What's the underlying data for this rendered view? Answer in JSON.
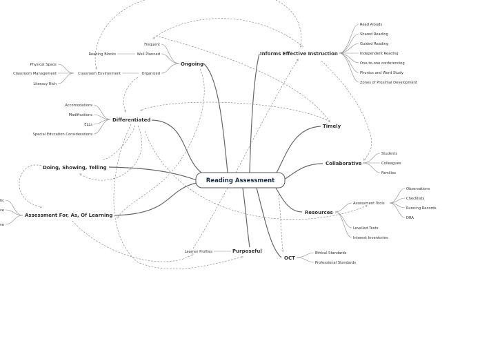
{
  "central": "Reading Assessment",
  "branches": {
    "informs": {
      "label": "Informs Effective Instruction",
      "children": [
        "Read Alouds",
        "Shared Reading",
        "Guided Reading",
        "Independent Reading",
        "One-to-one conferencing",
        "Phonics and Word Study",
        "Zones of Proximal Development"
      ]
    },
    "ongoing": {
      "label": "Ongoing",
      "frequent": "Frequent",
      "well_planned": "Well Planned",
      "reading_blocks": "Reading Blocks",
      "organized": "Organized",
      "classroom_environment": "Classroom Environment",
      "env_children": [
        "Physical Space",
        "Classroom Management",
        "Literacy Rich"
      ]
    },
    "differentiated": {
      "label": "Differentiated",
      "children": [
        "Accomodations",
        "Modifications",
        "ELLs",
        "Special Education Considerations"
      ]
    },
    "timely": {
      "label": "Timely"
    },
    "collaborative": {
      "label": "Collaborative",
      "children": [
        "Students",
        "Colleagues",
        "Families"
      ]
    },
    "doing": {
      "label": "Doing, Showing, Telling"
    },
    "afal": {
      "label": "Assessment For, As, Of Learning",
      "children": [
        "tic",
        "ve",
        "ve"
      ]
    },
    "resources": {
      "label": "Resources",
      "assessment_tools": "Assessment Tools",
      "tools": [
        "Observations",
        "Checklists",
        "Running Records",
        "DRA"
      ],
      "others": [
        "Levelled Texts",
        "Interest Inventories"
      ]
    },
    "purposeful": {
      "label": "Purposeful",
      "learner_profiles": "Learner Profiles"
    },
    "oct": {
      "label": "OCT",
      "children": [
        "Ethical Standards",
        "Professional Standards"
      ]
    }
  }
}
